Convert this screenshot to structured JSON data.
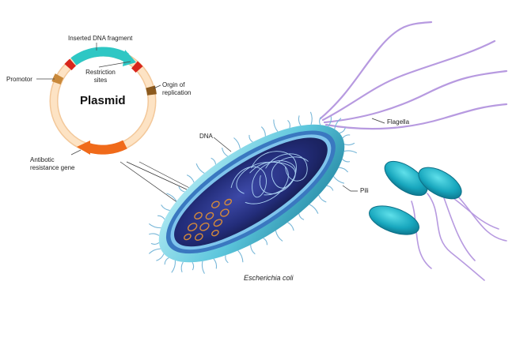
{
  "plasmid": {
    "title": "Plasmid",
    "labels": {
      "inserted": "Inserted DNA fragment",
      "restriction_line1": "Restriction",
      "restriction_line2": "sites",
      "promotor": "Promotor",
      "origin_line1": "Orgin of",
      "origin_line2": "replication",
      "antibiotic_line1": "Antibotic",
      "antibiotic_line2": "resistance gene"
    },
    "colors": {
      "ring": "#fde3c4",
      "ring_edge": "#f3c89a",
      "inserted": "#2ec7c4",
      "restriction": "#d8261c",
      "promotor": "#c9893a",
      "origin": "#8c5a1e",
      "antibiotic": "#f06a1a"
    }
  },
  "bacterium": {
    "labels": {
      "dna": "DNA",
      "flagella": "Flagella",
      "pili": "Pili"
    },
    "caption": "Escherichia coli",
    "colors": {
      "outer_membrane": "#7fd0e6",
      "cell_wall": "#3a78c0",
      "cytoplasm": "#1f2a70",
      "flagella": "#b79ae0",
      "pili": "#78b7d8",
      "plasmids": "#d58a3a",
      "dna": "#b9e3ff",
      "small_cells": "#1fb5c9"
    }
  }
}
